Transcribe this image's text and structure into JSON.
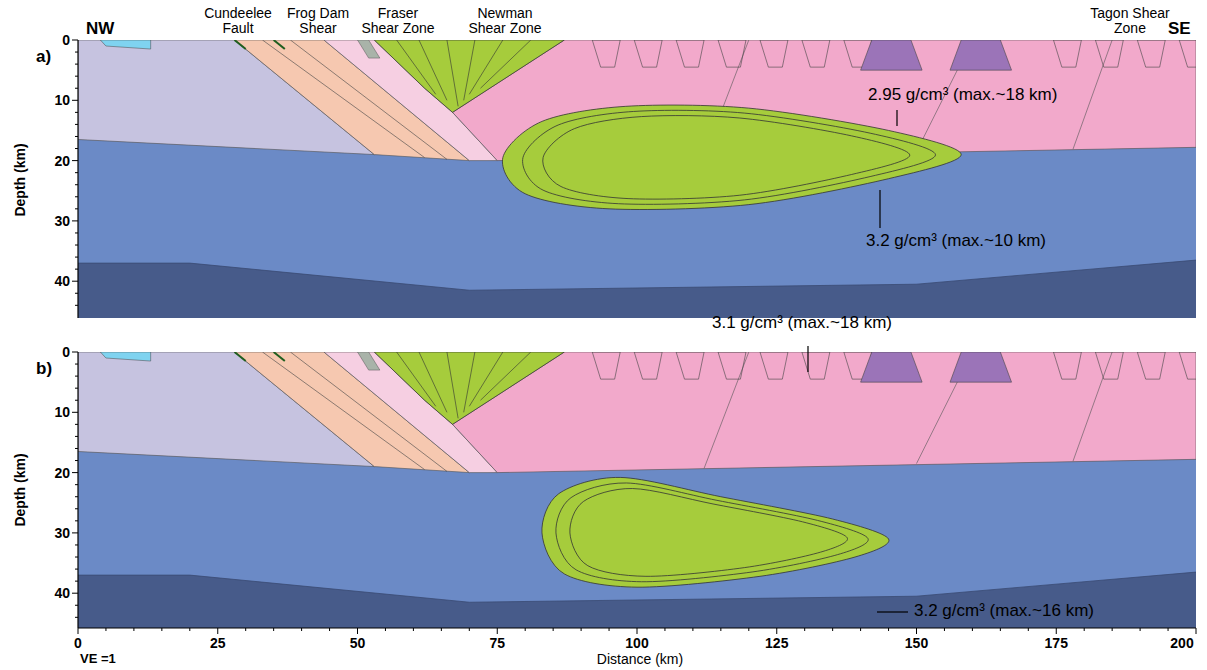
{
  "diagram": {
    "labels": [
      "Cundeelee Fault",
      "Frog Dam Shear",
      "Fraser Shear Zone",
      "Newman Shear Zone",
      "Tagon Shear Zone",
      "NW",
      "SE",
      "a)",
      "Depth (km)",
      "0",
      "10",
      "20",
      "30",
      "40",
      "2.95 g/cm³ (max.~18 km)",
      "3.2 g/cm³ (max.~10 km)",
      "b)",
      "Depth (km)",
      "0",
      "10",
      "20",
      "30",
      "40",
      "3.1 g/cm³ (max.~18 km)",
      "3.2 g/cm³ (max.~16 km)",
      "0",
      "25",
      "50",
      "75",
      "100",
      "125",
      "150",
      "175",
      "200",
      "VE =1",
      "Distance (km)"
    ]
  }
}
